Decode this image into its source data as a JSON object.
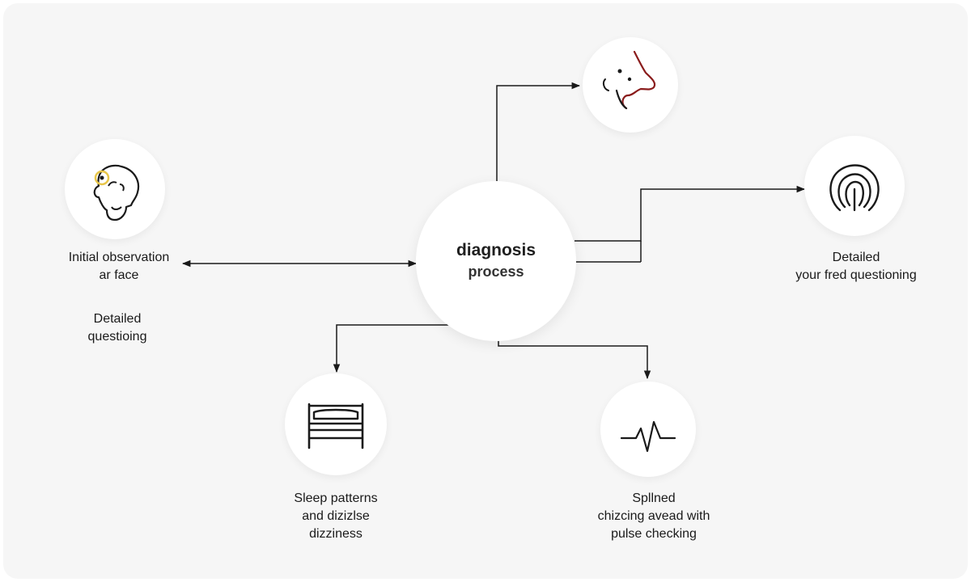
{
  "center": {
    "line1": "diagnosis",
    "line2": "process"
  },
  "labels": {
    "face_observation": {
      "line1": "Initial observation",
      "line2": "ar face"
    },
    "left_questioning": {
      "line1": "Detailed",
      "line2": "questioing"
    },
    "right_questioning": {
      "line1": "Detailed",
      "line2": "your fred questioning"
    },
    "sleep": {
      "line1": "Sleep patterns",
      "line2": "and dizizlse",
      "line3": "dizziness"
    },
    "pulse": {
      "line1": "Spllned",
      "line2": "chizcing avead with",
      "line3": "pulse checking"
    }
  },
  "icons": {
    "face": "face-with-highlighted-eye-icon",
    "profile": "face-profile-listening-icon",
    "sound": "sound-waves-icon",
    "bed": "bed-icon",
    "pulse": "pulse-wave-icon"
  },
  "colors": {
    "background": "#f6f6f6",
    "node_fill": "#ffffff",
    "line": "#1a1a1a",
    "eye_accent": "#e8c64a",
    "profile_accent": "#8a1c1c"
  }
}
